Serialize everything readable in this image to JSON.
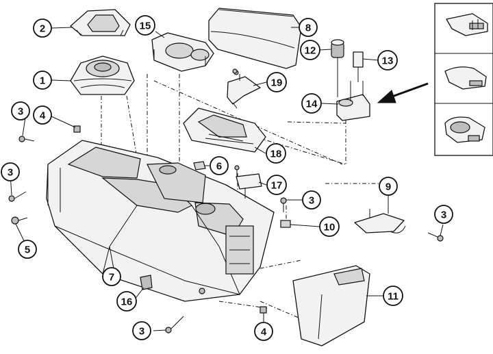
{
  "callouts": {
    "c1": "1",
    "c2": "2",
    "c3": "3",
    "c4": "4",
    "c5": "5",
    "c6": "6",
    "c7": "7",
    "c8": "8",
    "c9": "9",
    "c10": "10",
    "c11": "11",
    "c12": "12",
    "c13": "13",
    "c14": "14",
    "c15": "15",
    "c16": "16",
    "c17": "17",
    "c18": "18",
    "c19": "19"
  },
  "colors": {
    "line": "#111111",
    "part_fill": "#f2f2f2",
    "part_dark": "#bdbdbd",
    "background": "#ffffff"
  },
  "inset_panels": [
    "connector-block-variant-a",
    "connector-block-variant-b",
    "cup-holder-insert-variant"
  ]
}
